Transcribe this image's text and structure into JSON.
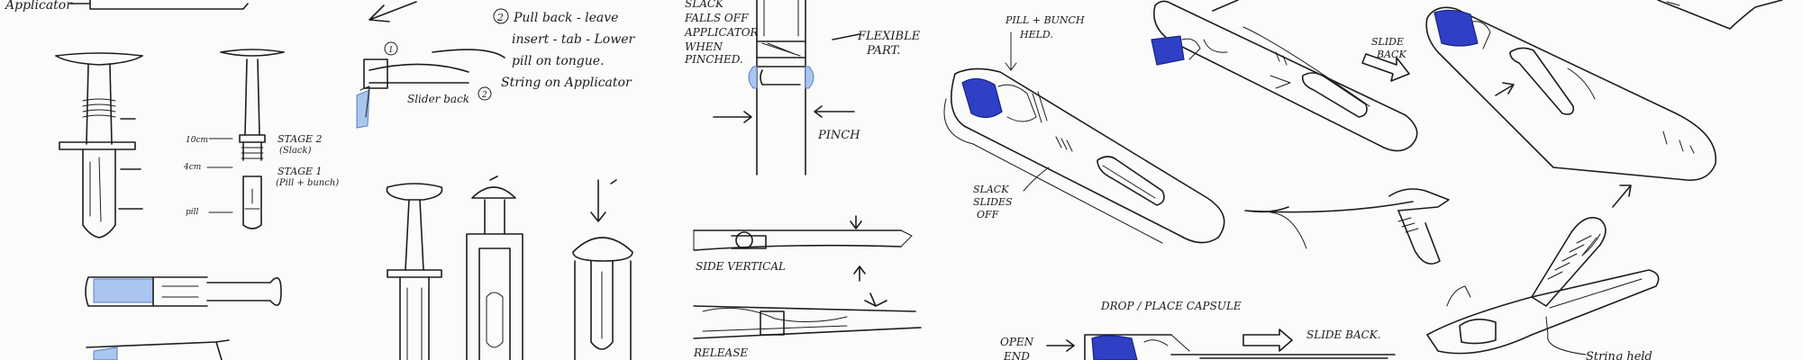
{
  "notes": {
    "applicator": "Applicator",
    "stage2": "STAGE 2",
    "stage2_sub": "(Slack)",
    "stage1": "STAGE 1",
    "stage1_sub": "(Pill + bunch)",
    "size_10": "10cm",
    "size_4": "4cm",
    "size_pill": "pill",
    "step_2_num": "2",
    "step_2a": "Pull back - leave",
    "step_2b": "insert - tab - Lower",
    "step_2c": "pill on tongue.",
    "step_3": "String on Applicator",
    "circle_1": "1",
    "circle_2": "2",
    "slider_back": "Slider back",
    "slack_a": "SLACK",
    "slack_b": "FALLS OFF",
    "slack_c": "APPLICATOR",
    "slack_d": "WHEN",
    "slack_e": "PINCHED.",
    "flexible_a": "FLEXIBLE",
    "flexible_b": "PART.",
    "pinch": "PINCH",
    "side_vertical": "SIDE VERTICAL",
    "release": "RELEASE",
    "pill_bunch_a": "PILL + BUNCH",
    "pill_bunch_b": "HELD.",
    "slack_slides_a": "SLACK",
    "slack_slides_b": "SLIDES",
    "slack_slides_c": "OFF",
    "slide_back_1a": "SLIDE",
    "slide_back_1b": "BACK",
    "drop_place": "DROP / PLACE CAPSULE",
    "open_end_a": "OPEN",
    "open_end_b": "END",
    "slide_back_2": "SLIDE BACK.",
    "string_held": "String held"
  }
}
